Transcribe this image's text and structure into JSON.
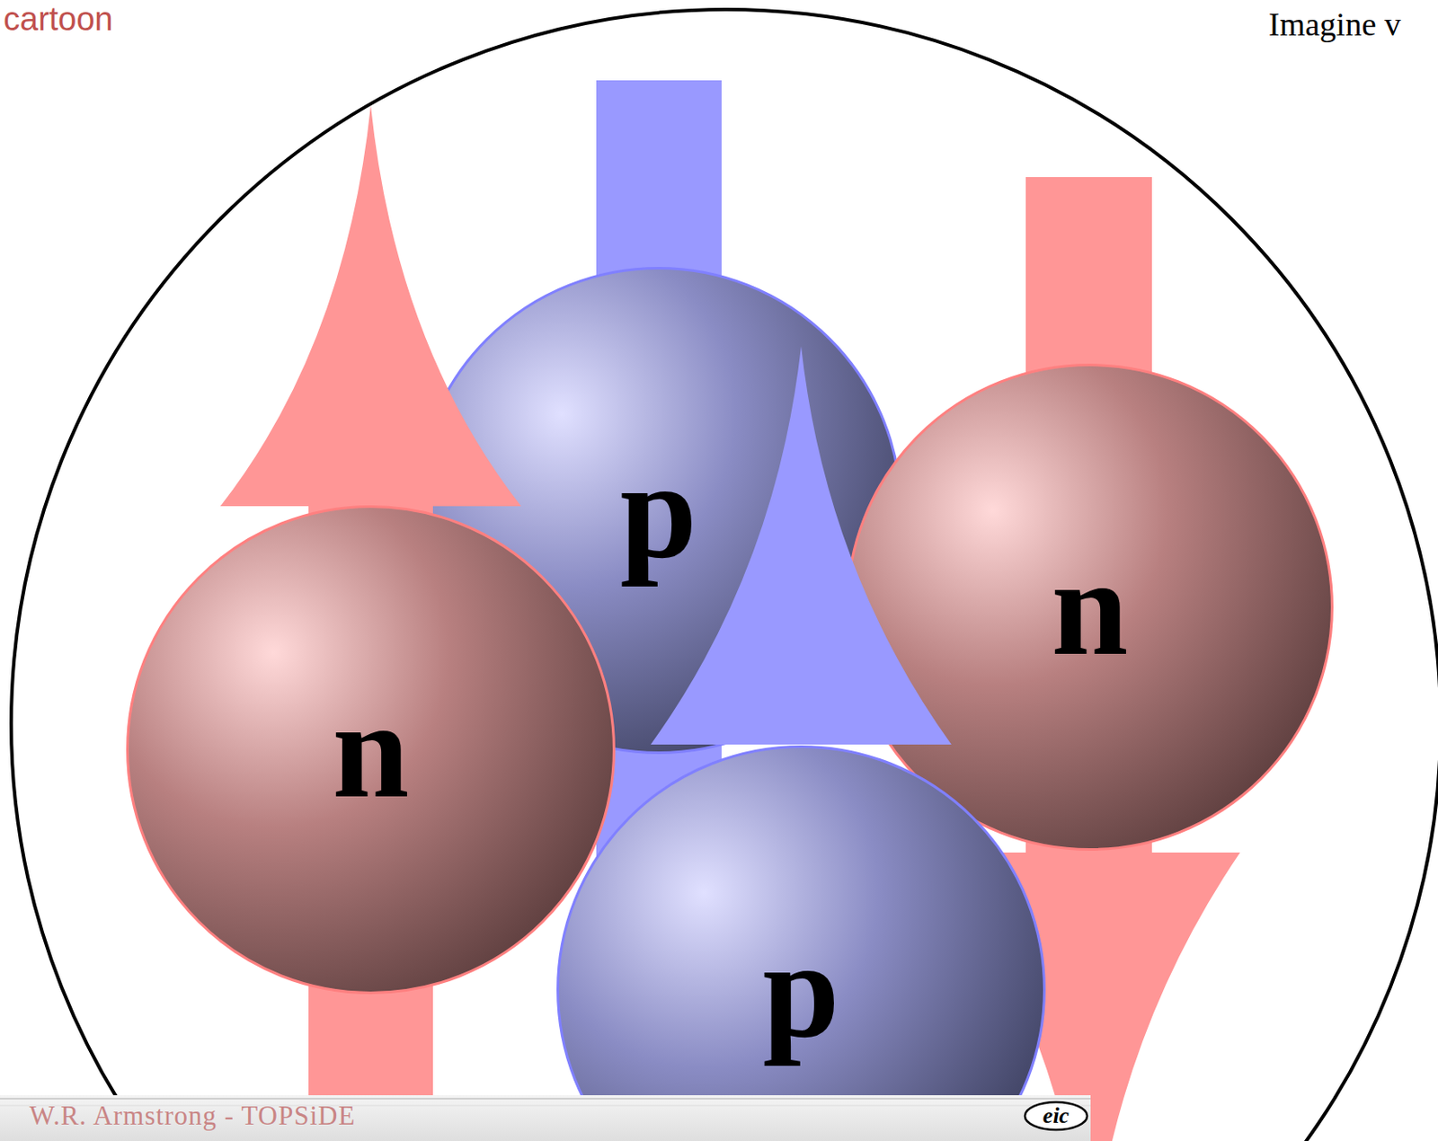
{
  "diagram": {
    "nodes": [
      {
        "text": [
          "n"
        ]
      },
      {
        "text": [
          "p"
        ]
      },
      {
        "text": [
          "n"
        ]
      },
      {
        "text": [
          "p"
        ]
      }
    ],
    "labels": [
      "cartoon",
      "Imagine v",
      "W.R. Armstrong - TOPSiDE",
      "eic"
    ]
  }
}
